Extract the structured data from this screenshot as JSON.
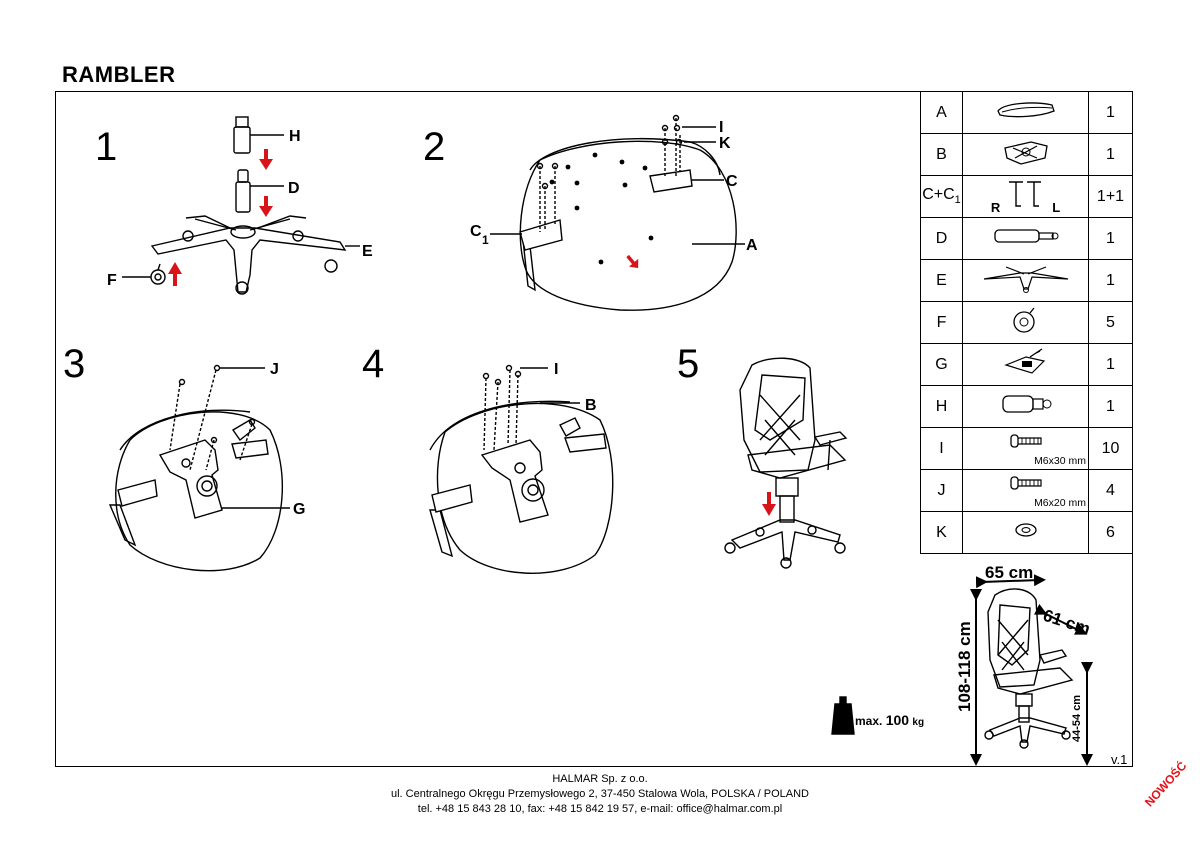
{
  "title": "RAMBLER",
  "steps": [
    "1",
    "2",
    "3",
    "4",
    "5"
  ],
  "labels": {
    "H": "H",
    "D": "D",
    "E": "E",
    "F": "F",
    "I": "I",
    "K": "K",
    "C": "C",
    "C1": "C",
    "C1_sub": "1",
    "A": "A",
    "J": "J",
    "G": "G",
    "I4": "I",
    "B": "B"
  },
  "parts": [
    {
      "id": "A",
      "qty": "1",
      "icon": "seat-icon"
    },
    {
      "id": "B",
      "qty": "1",
      "icon": "mechanism-icon"
    },
    {
      "id": "C+C",
      "id_sub": "1",
      "qty": "1+1",
      "icon": "armrest-brackets-icon",
      "extra_r": "R",
      "extra_l": "L"
    },
    {
      "id": "D",
      "qty": "1",
      "icon": "gas-lift-icon"
    },
    {
      "id": "E",
      "qty": "1",
      "icon": "star-base-icon"
    },
    {
      "id": "F",
      "qty": "5",
      "icon": "caster-icon"
    },
    {
      "id": "G",
      "qty": "1",
      "icon": "tilt-mechanism-icon"
    },
    {
      "id": "H",
      "qty": "1",
      "icon": "cylinder-cover-icon"
    },
    {
      "id": "I",
      "qty": "10",
      "icon": "bolt-icon",
      "spec": "M6x30 mm"
    },
    {
      "id": "J",
      "qty": "4",
      "icon": "bolt-icon",
      "spec": "M6x20 mm"
    },
    {
      "id": "K",
      "qty": "6",
      "icon": "washer-icon"
    }
  ],
  "dimensions": {
    "width": "65 cm",
    "depth": "61 cm",
    "height": "108-118 cm",
    "seat_height": "44-54 cm"
  },
  "max_load": {
    "label": "max.",
    "value": "100",
    "unit": "kg"
  },
  "version": "v.1",
  "footer": {
    "company": "HALMAR Sp. z o.o.",
    "address": "ul. Centralnego Okręgu Przemysłowego 2, 37-450 Stalowa Wola, POLSKA / POLAND",
    "contact": "tel. +48 15 843 28 10, fax: +48 15 842 19 57, e-mail: office@halmar.com.pl"
  },
  "badge": "NOWOŚĆ",
  "colors": {
    "arrow": "#d7141a",
    "line": "#000000"
  }
}
